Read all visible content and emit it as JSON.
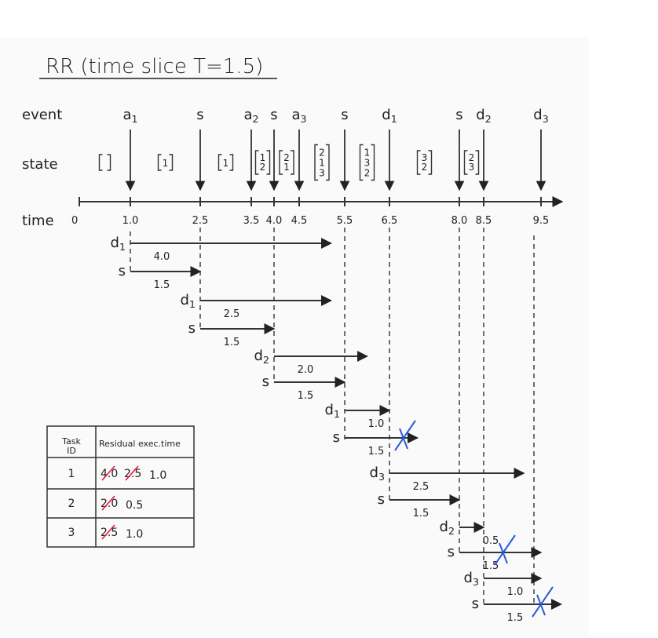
{
  "title": "RR (time slice T=1.5)",
  "colors": {
    "ink": "#222222",
    "blue": "#2a5ad8",
    "red": "#e8173e",
    "green": "#3fc55e",
    "sheet": "#fafafa"
  },
  "row_labels": {
    "event": "event",
    "state": "state",
    "time": "time"
  },
  "axis": {
    "origin_label": "0",
    "ticks": [
      {
        "t": 1.0,
        "label": "1.0",
        "color": "ink"
      },
      {
        "t": 2.5,
        "label": "2.5",
        "color": "ink"
      },
      {
        "t": 3.5,
        "label": "3.5",
        "color": "ink"
      },
      {
        "t": 4.0,
        "label": "4.0",
        "color": "ink"
      },
      {
        "t": 4.5,
        "label": "4.5",
        "color": "ink"
      },
      {
        "t": 5.5,
        "label": "5.5",
        "color": "ink"
      },
      {
        "t": 6.5,
        "label": "6.5",
        "color": "red"
      },
      {
        "t": 8.0,
        "label": "8.0",
        "color": "ink"
      },
      {
        "t": 8.5,
        "label": "8.5",
        "color": "red"
      },
      {
        "t": 9.5,
        "label": "9.5",
        "color": "red"
      }
    ]
  },
  "events": [
    {
      "t": 1.0,
      "label": "a",
      "sub": "1",
      "color": "ink"
    },
    {
      "t": 2.5,
      "label": "s",
      "sub": "",
      "color": "blue"
    },
    {
      "t": 3.5,
      "label": "a",
      "sub": "2",
      "color": "ink"
    },
    {
      "t": 4.0,
      "label": "s",
      "sub": "",
      "color": "blue"
    },
    {
      "t": 4.5,
      "label": "a",
      "sub": "3",
      "color": "ink"
    },
    {
      "t": 5.5,
      "label": "s",
      "sub": "",
      "color": "blue"
    },
    {
      "t": 6.5,
      "label": "d",
      "sub": "1",
      "color": "red"
    },
    {
      "t": 8.0,
      "label": "s",
      "sub": "",
      "color": "blue"
    },
    {
      "t": 8.5,
      "label": "d",
      "sub": "2",
      "color": "red"
    },
    {
      "t": 9.5,
      "label": "d",
      "sub": "3",
      "color": "red"
    }
  ],
  "states": [
    {
      "t": 0.5,
      "queue": []
    },
    {
      "t": 1.75,
      "queue": [
        "1"
      ]
    },
    {
      "t": 3.0,
      "queue": [
        "1"
      ]
    },
    {
      "t": 3.75,
      "queue": [
        "1",
        "2"
      ]
    },
    {
      "t": 4.25,
      "queue": [
        "2",
        "1"
      ]
    },
    {
      "t": 5.0,
      "queue": [
        "2",
        "1",
        "3"
      ]
    },
    {
      "t": 6.0,
      "queue": [
        "1",
        "3",
        "2"
      ]
    },
    {
      "t": 7.25,
      "queue": [
        "3",
        "2"
      ]
    },
    {
      "t": 8.25,
      "queue": [
        "2",
        "3"
      ]
    }
  ],
  "trace": [
    {
      "kind": "d",
      "sub": "1",
      "start": 1.0,
      "end": 5.2,
      "value": "4.0",
      "value_color": "ink",
      "crossed": false
    },
    {
      "kind": "s",
      "sub": "",
      "start": 1.0,
      "end": 2.5,
      "value": "1.5",
      "value_color": "ink",
      "crossed": false
    },
    {
      "kind": "d",
      "sub": "1",
      "start": 2.5,
      "end": 5.2,
      "value": "2.5",
      "value_color": "green",
      "crossed": false
    },
    {
      "kind": "s",
      "sub": "",
      "start": 2.5,
      "end": 4.0,
      "value": "1.5",
      "value_color": "ink",
      "crossed": false
    },
    {
      "kind": "d",
      "sub": "2",
      "start": 4.0,
      "end": 6.0,
      "value": "2.0",
      "value_color": "ink",
      "crossed": false
    },
    {
      "kind": "s",
      "sub": "",
      "start": 4.0,
      "end": 5.5,
      "value": "1.5",
      "value_color": "ink",
      "crossed": false
    },
    {
      "kind": "d",
      "sub": "1",
      "start": 5.5,
      "end": 6.5,
      "value": "1.0",
      "value_color": "green",
      "crossed": false
    },
    {
      "kind": "s",
      "sub": "",
      "start": 5.5,
      "end": 7.1,
      "value": "1.5",
      "value_color": "ink",
      "crossed": true
    },
    {
      "kind": "d",
      "sub": "3",
      "start": 6.5,
      "end": 9.2,
      "value": "2.5",
      "value_color": "ink",
      "crossed": false
    },
    {
      "kind": "s",
      "sub": "",
      "start": 6.5,
      "end": 8.0,
      "value": "1.5",
      "value_color": "ink",
      "crossed": false
    },
    {
      "kind": "d",
      "sub": "2",
      "start": 8.0,
      "end": 8.5,
      "value": "0.5",
      "value_color": "green",
      "crossed": false
    },
    {
      "kind": "s",
      "sub": "",
      "start": 8.0,
      "end": 9.5,
      "value": "1.5",
      "value_color": "ink",
      "crossed": true
    },
    {
      "kind": "d",
      "sub": "3",
      "start": 8.5,
      "end": 9.5,
      "value": "1.0",
      "value_color": "green",
      "crossed": false
    },
    {
      "kind": "s",
      "sub": "",
      "start": 8.5,
      "end": 10.0,
      "value": "1.5",
      "value_color": "ink",
      "crossed": true
    }
  ],
  "table": {
    "headers": [
      "Task ID",
      "Residual exec.time"
    ],
    "rows": [
      {
        "id": "1",
        "struck": [
          "4.0",
          "2.5"
        ],
        "current": "1.0"
      },
      {
        "id": "2",
        "struck": [
          "2.0"
        ],
        "current": "0.5"
      },
      {
        "id": "3",
        "struck": [
          "2.5"
        ],
        "current": "1.0"
      }
    ]
  }
}
